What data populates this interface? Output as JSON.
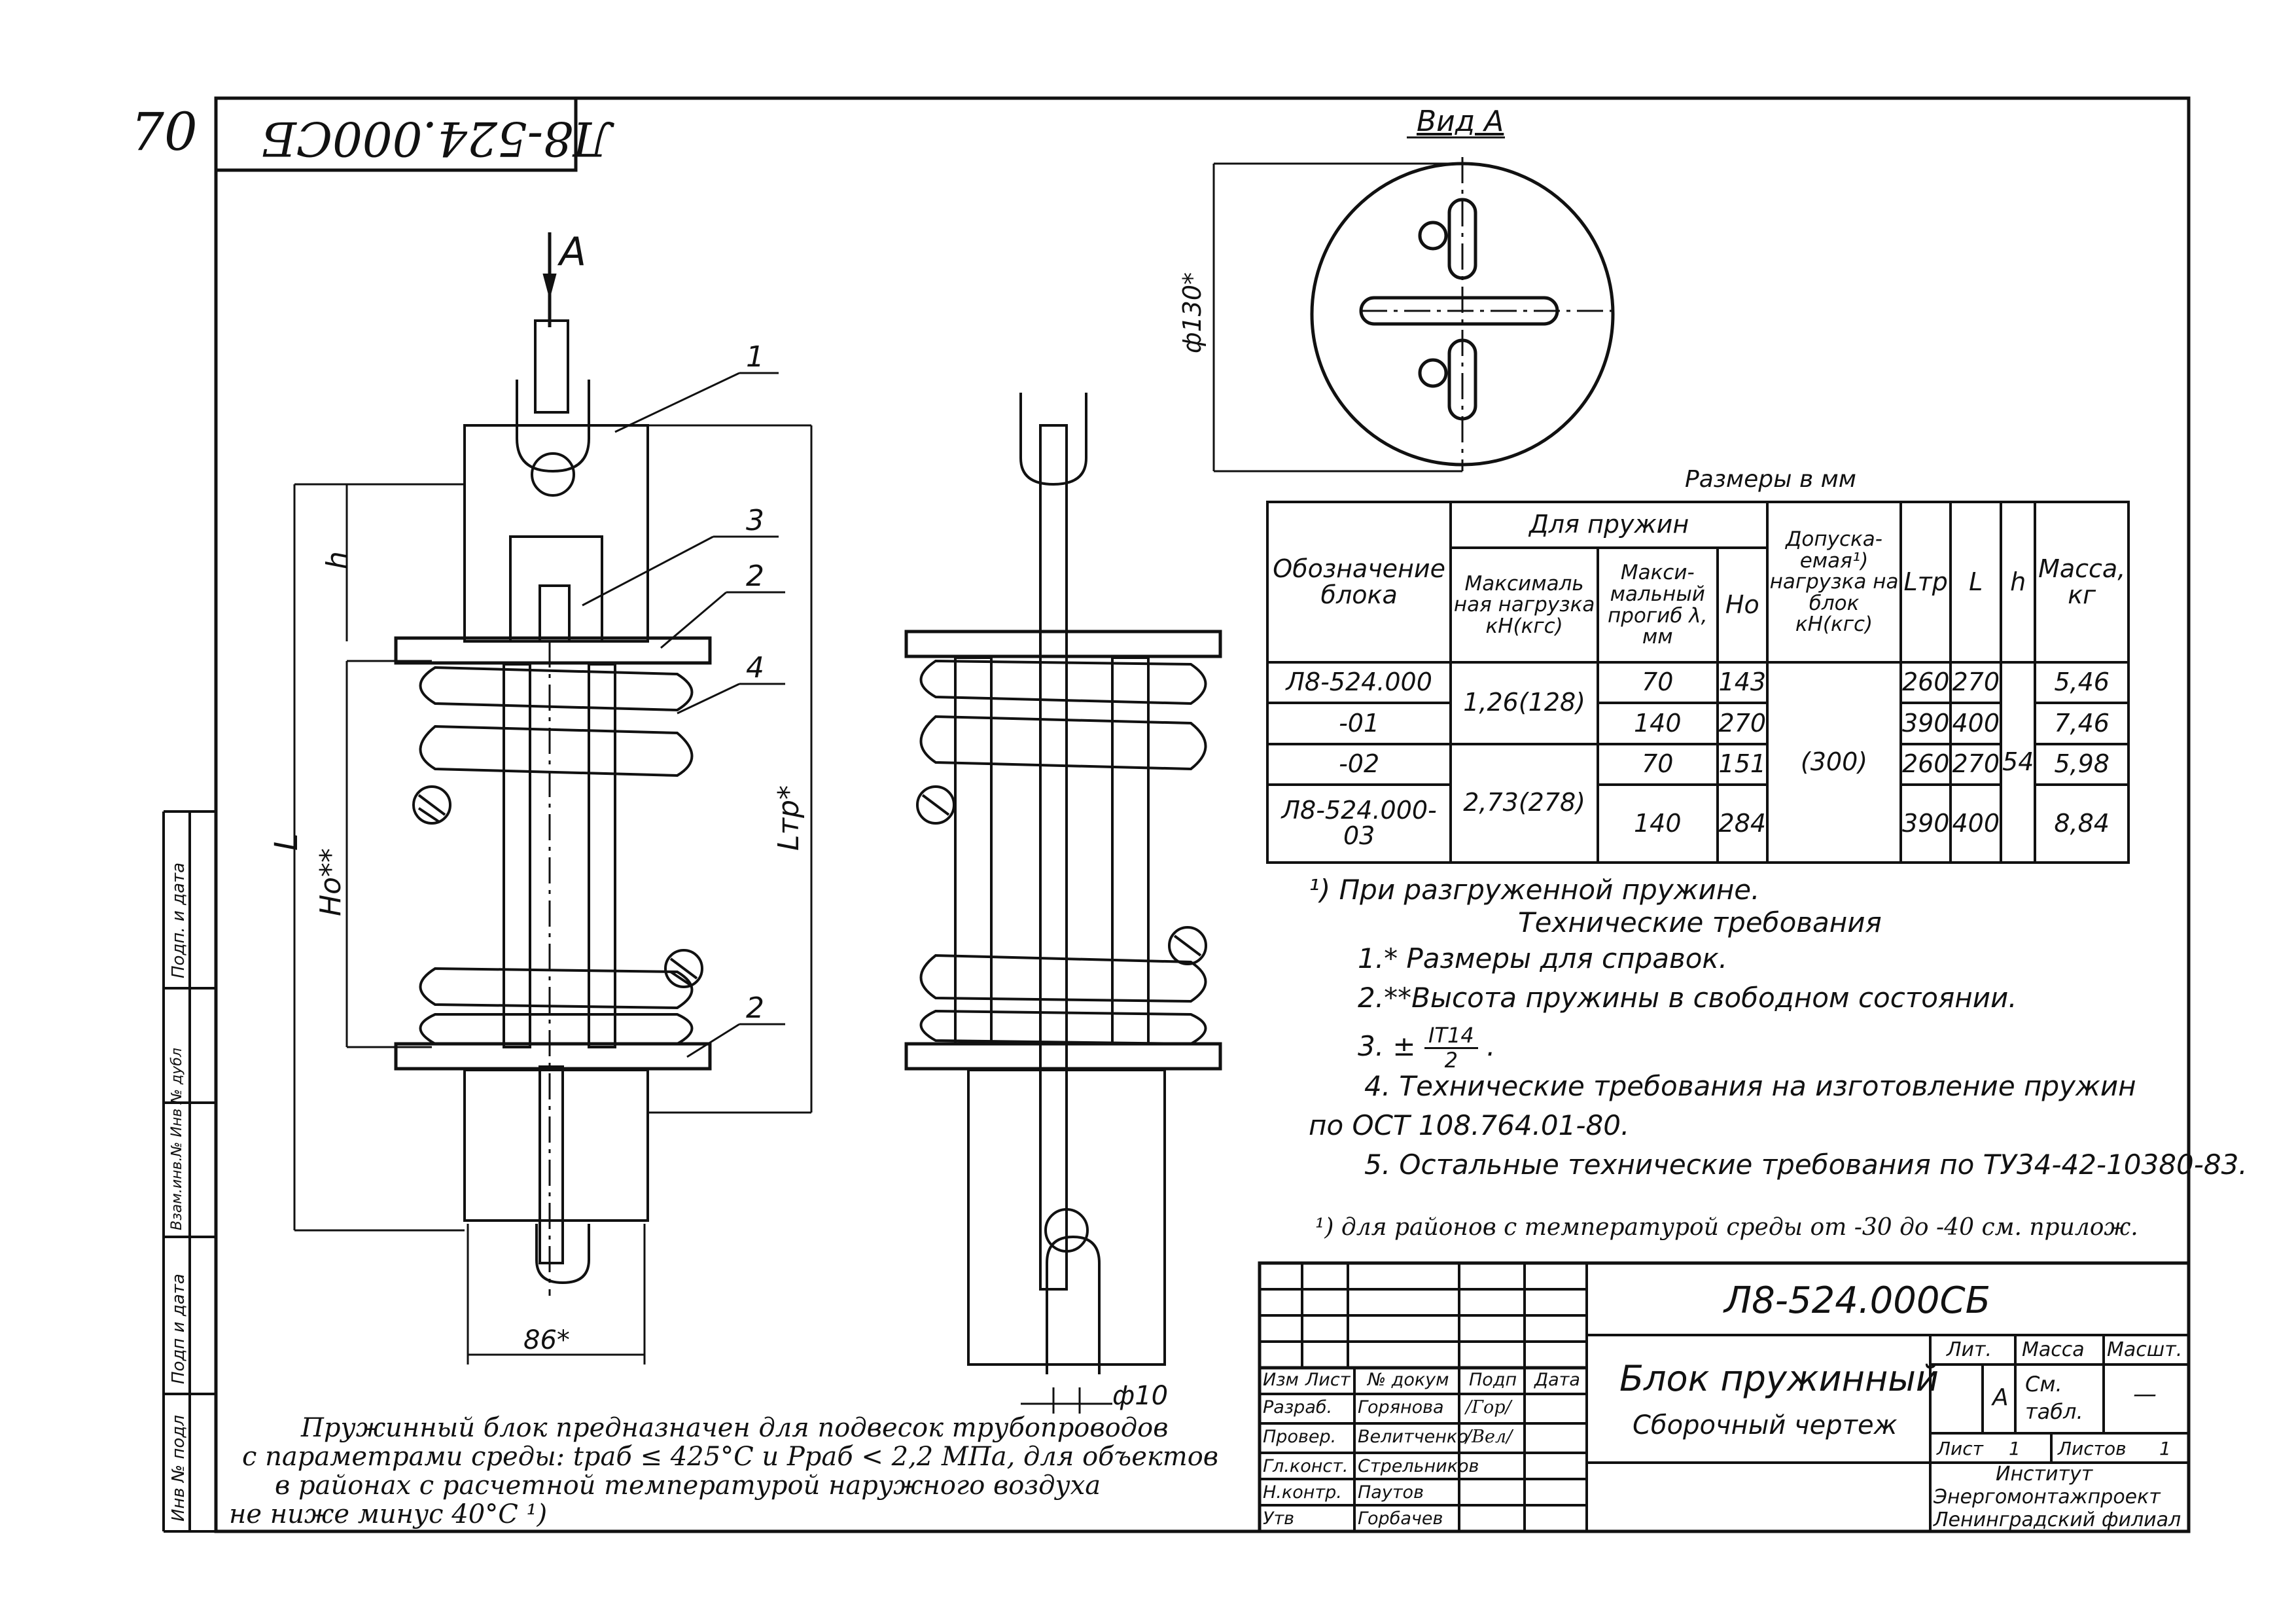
{
  "sheet": {
    "page_number": "70",
    "stamp_code": "Л8-524.000СБ",
    "units_note": "Размеры в мм"
  },
  "drawing": {
    "view_marker": "А",
    "view_title": "Вид А",
    "diameter_label": "ф130*",
    "dim_h": "h",
    "dim_L": "L",
    "dim_H0": "Ho**",
    "dim_Ltp": "Lтр*",
    "dim_width": "86*",
    "dim_rod": "ф10",
    "callouts": [
      "1",
      "3",
      "2",
      "4",
      "2"
    ]
  },
  "spec_table": {
    "header_group": "Для пружин",
    "headers": {
      "designation": "Обозначение блока",
      "max_load": "Максималь ная нагрузка кН(кгс)",
      "max_deflection": "Макси- мальный прогиб λ, мм",
      "h0": "Ho",
      "allowed_load": "Допуска- емая¹) нагрузка на блок кН(кгс)",
      "ltp": "Lтр",
      "l": "L",
      "h": "h",
      "mass": "Масса, кг"
    },
    "rows": [
      {
        "designation": "Л8-524.000",
        "deflection": "70",
        "h0": "143",
        "ltp": "260",
        "l": "270",
        "mass": "5,46"
      },
      {
        "designation": "-01",
        "deflection": "140",
        "h0": "270",
        "ltp": "390",
        "l": "400",
        "mass": "7,46"
      },
      {
        "designation": "-02",
        "deflection": "70",
        "h0": "151",
        "ltp": "260",
        "l": "270",
        "mass": "5,98"
      },
      {
        "designation": "Л8-524.000-03",
        "deflection": "140",
        "h0": "284",
        "ltp": "390",
        "l": "400",
        "mass": "8,84"
      }
    ],
    "max_load_a": "1,26(128)",
    "max_load_b": "2,73(278)",
    "allowed_load": "(300)",
    "h_value": "54"
  },
  "notes": {
    "footnote": "¹) При разгруженной пружине.",
    "tech_title": "Технические требования",
    "items": [
      "1.* Размеры для справок.",
      "2.**Высота пружины в свободном состоянии.",
      "3.  ±",
      "4. Технические требования на изготовление пружин",
      "по ОСТ 108.764.01-80.",
      "5. Остальные технические требования по ТУ34-42-10380-83."
    ],
    "tolerance_num": "IT14",
    "tolerance_den": "2",
    "handwritten_note": "¹) для районов с температурой среды от -30 до -40 см. прилож.",
    "purpose_lines": [
      "Пружинный блок предназначен для подвесок трубопроводов",
      "с параметрами среды: tраб ≤ 425°С  и Pраб < 2,2 МПа, для объектов",
      "в районах с расчетной температурой наружного воздуха",
      "не ниже минус 40°С ¹)"
    ]
  },
  "side_stamp": [
    "Инв № подл",
    "Подп и дата",
    "Взам.инв.№  Инв № дубл",
    "Подп. и дата"
  ],
  "title_block": {
    "code": "Л8-524.000СБ",
    "name": "Блок пружинный",
    "subname": "Сборочный чертеж",
    "col_headers": [
      "Изм",
      "Лист",
      "№ докум",
      "Подп",
      "Дата"
    ],
    "roles": [
      {
        "role": "Разраб.",
        "name": "Горянова",
        "sign": "/Гор/"
      },
      {
        "role": "Провер.",
        "name": "Велитченко",
        "sign": "/Вел/"
      },
      {
        "role": "Гл.конст.",
        "name": "Стрельников",
        "sign": ""
      },
      {
        "role": "Н.контр.",
        "name": "Паутов",
        "sign": ""
      },
      {
        "role": "Утв",
        "name": "Горбачев",
        "sign": ""
      }
    ],
    "lit_label": "Лит.",
    "lit_value": "А",
    "mass_label": "Масса",
    "mass_value": "См. табл.",
    "scale_label": "Масшт.",
    "scale_value": "—",
    "sheet_label": "Лист",
    "sheet_value": "1",
    "sheets_label": "Листов",
    "sheets_value": "1",
    "org": [
      "Институт",
      "Энергомонтажпроект",
      "Ленинградский филиал"
    ]
  }
}
